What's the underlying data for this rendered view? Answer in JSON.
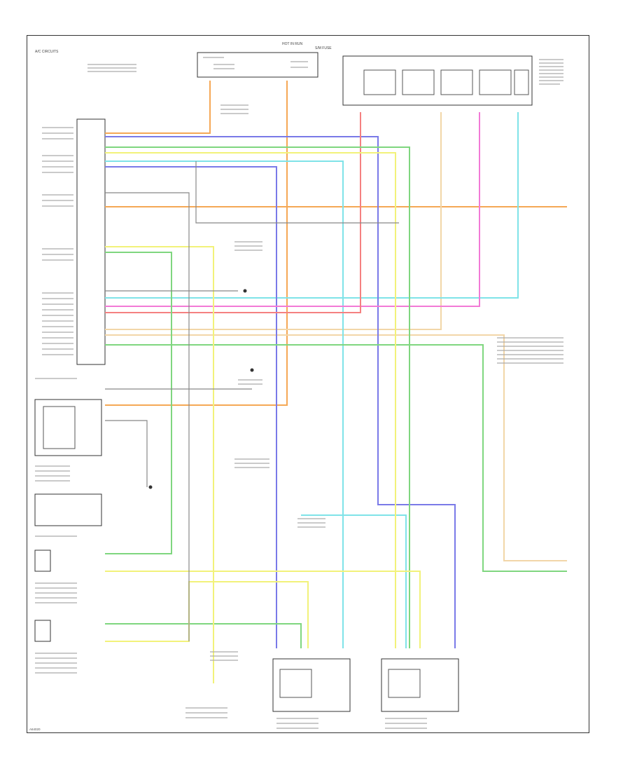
{
  "header": {
    "label_a": "A/C CIRCUITS",
    "label_b": "HOT IN RUN",
    "label_c": "S/M FUSE"
  },
  "wire_colors": {
    "orange": "#f5a855",
    "lt_blue": "#7fe3e8",
    "dk_blue": "#7a7ae8",
    "lt_green": "#7fd67f",
    "yellow": "#f2f27a",
    "tan": "#f2d6a8",
    "pink": "#f27ad6",
    "red": "#f58080",
    "gray": "#888888"
  },
  "footer": {
    "code": "A64020"
  }
}
